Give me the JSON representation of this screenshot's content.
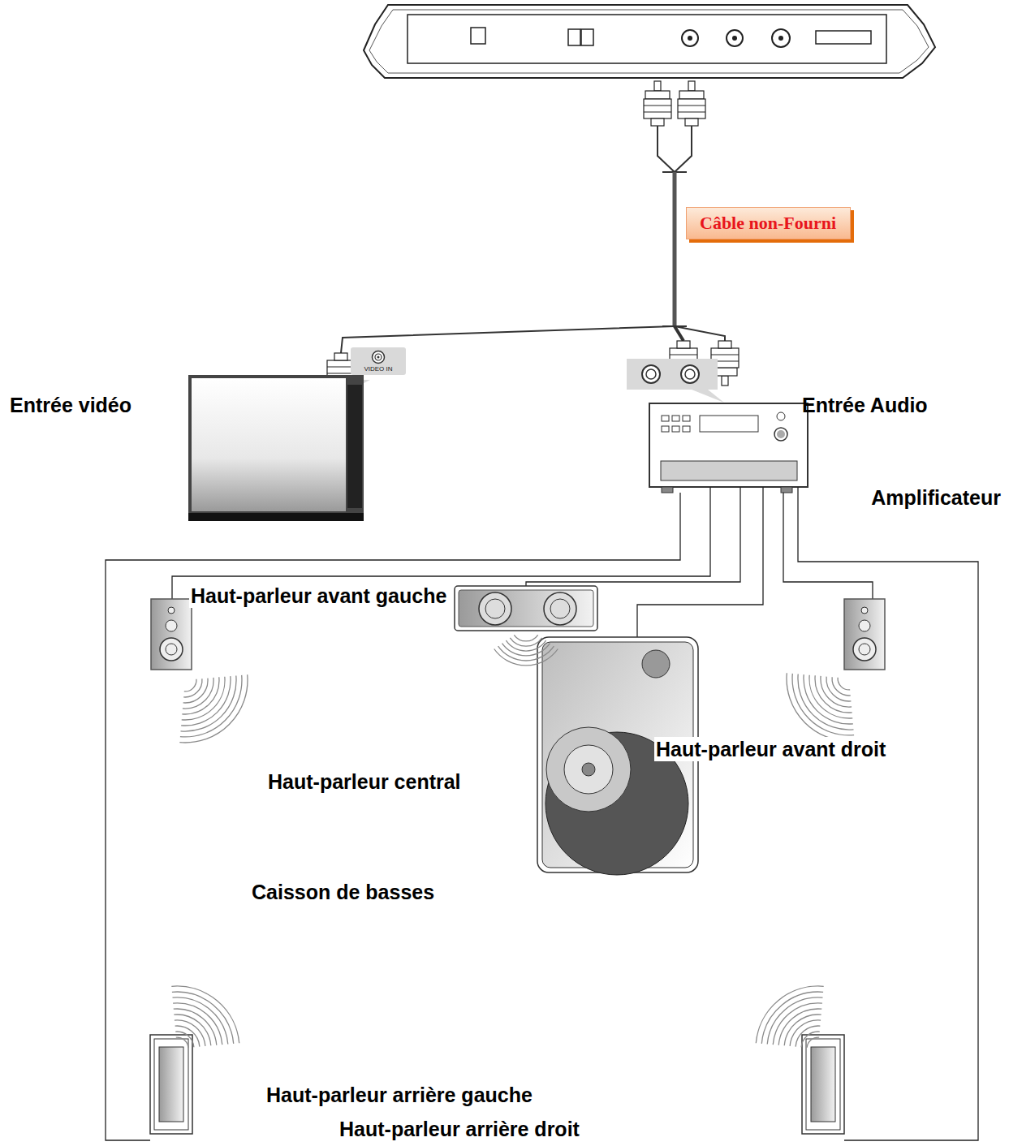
{
  "diagram": {
    "nodes": [
      {
        "text": [
          "Câble non-Fourni"
        ]
      },
      {
        "text": [
          "VIDEO IN"
        ]
      }
    ],
    "labels": [
      "Entrée vidéo",
      "Entrée Audio",
      "Amplificateur",
      "Haut-parleur avant gauche",
      "Haut-parleur avant droit",
      "Haut-parleur central",
      "Caisson de basses",
      "Haut-parleur arrière gauche",
      "Haut-parleur arrière droit"
    ]
  }
}
